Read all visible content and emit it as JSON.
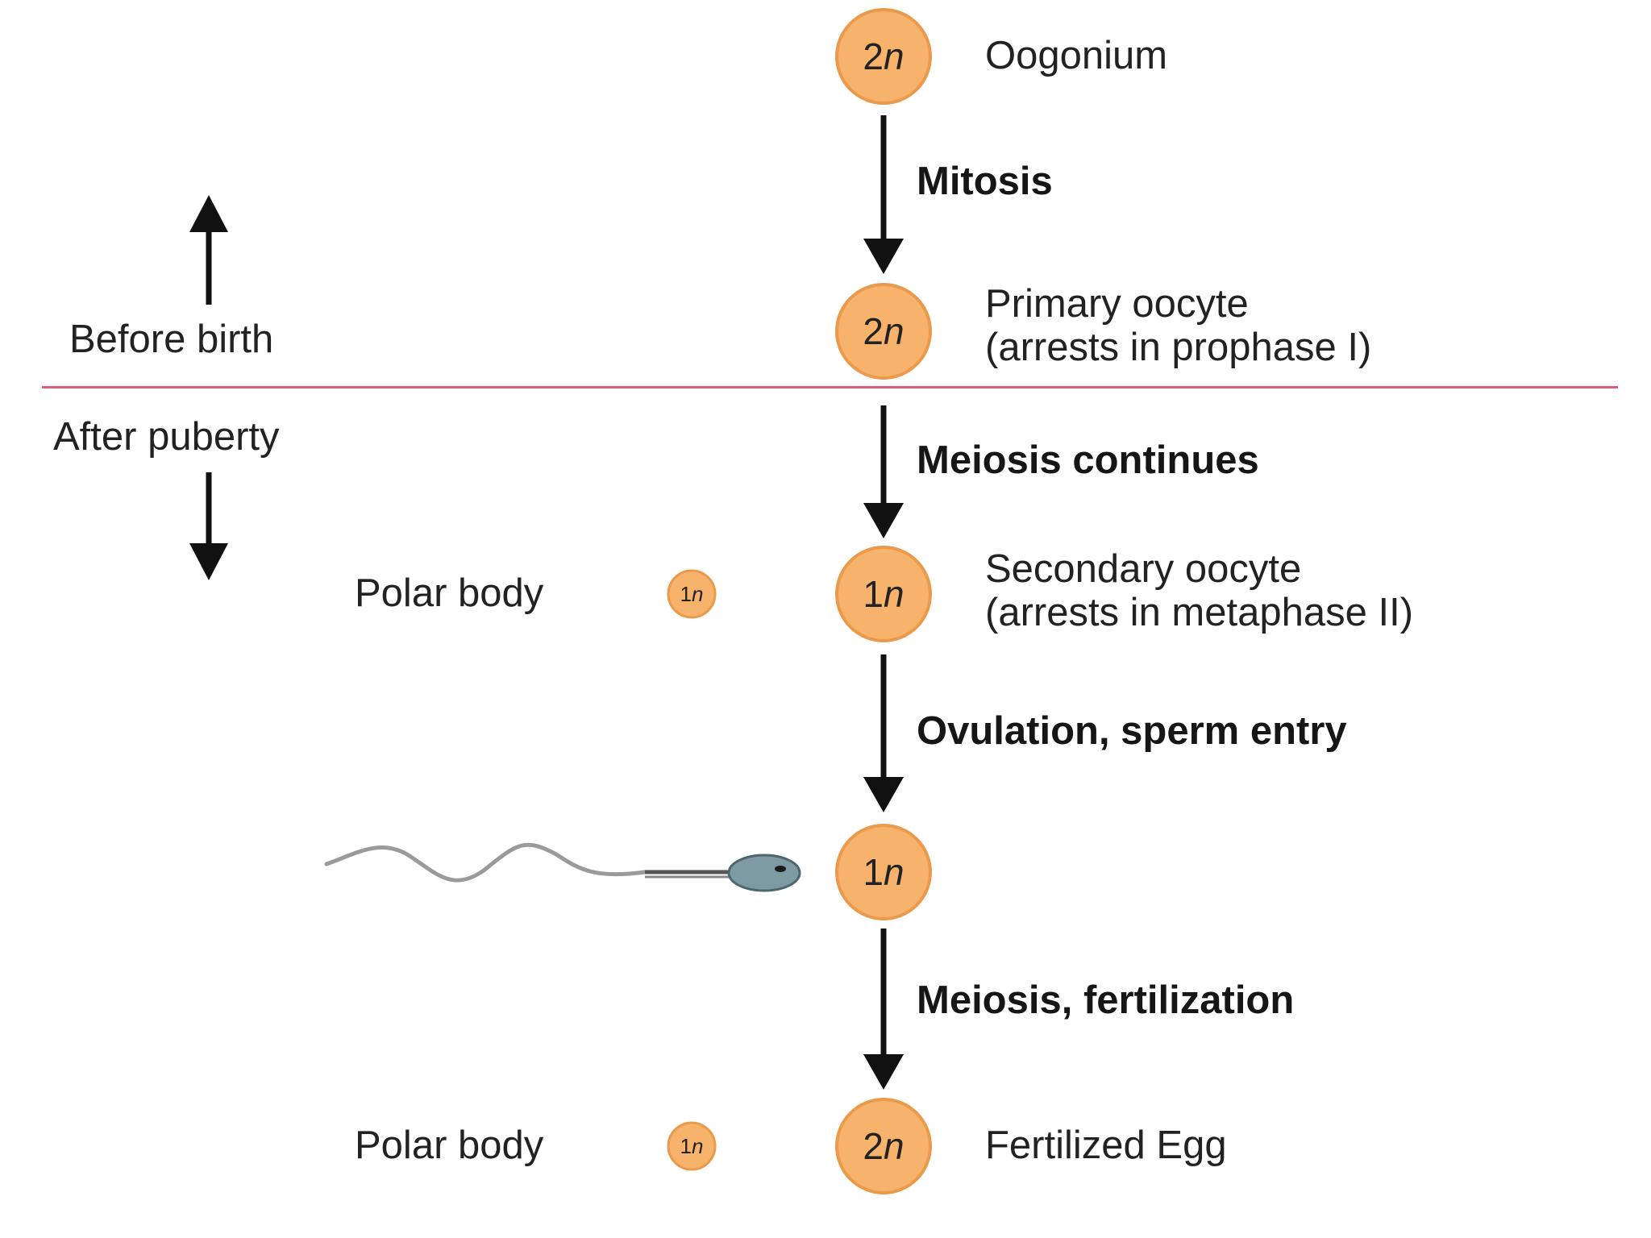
{
  "colors": {
    "cell_fill": "#f7b26c",
    "cell_stroke": "#e99a4a",
    "divider": "#e05c7a",
    "arrow": "#111111",
    "sperm_head": "#6f8f99"
  },
  "timeline": {
    "before_birth": "Before birth",
    "after_puberty": "After puberty"
  },
  "stages": [
    {
      "ploidy_num": "2",
      "ploidy_letter": "n",
      "label": "Oogonium",
      "sublabel": ""
    },
    {
      "ploidy_num": "2",
      "ploidy_letter": "n",
      "label": "Primary oocyte",
      "sublabel": "(arrests in prophase I)"
    },
    {
      "ploidy_num": "1",
      "ploidy_letter": "n",
      "label": "Secondary oocyte",
      "sublabel": "(arrests in metaphase II)"
    },
    {
      "ploidy_num": "1",
      "ploidy_letter": "n",
      "label": "",
      "sublabel": ""
    },
    {
      "ploidy_num": "2",
      "ploidy_letter": "n",
      "label": "Fertilized Egg",
      "sublabel": ""
    }
  ],
  "processes": [
    "Mitosis",
    "Meiosis continues",
    "Ovulation, sperm entry",
    "Meiosis, fertilization"
  ],
  "polar_bodies": [
    {
      "label": "Polar body",
      "ploidy_num": "1",
      "ploidy_letter": "n"
    },
    {
      "label": "Polar body",
      "ploidy_num": "1",
      "ploidy_letter": "n"
    }
  ]
}
